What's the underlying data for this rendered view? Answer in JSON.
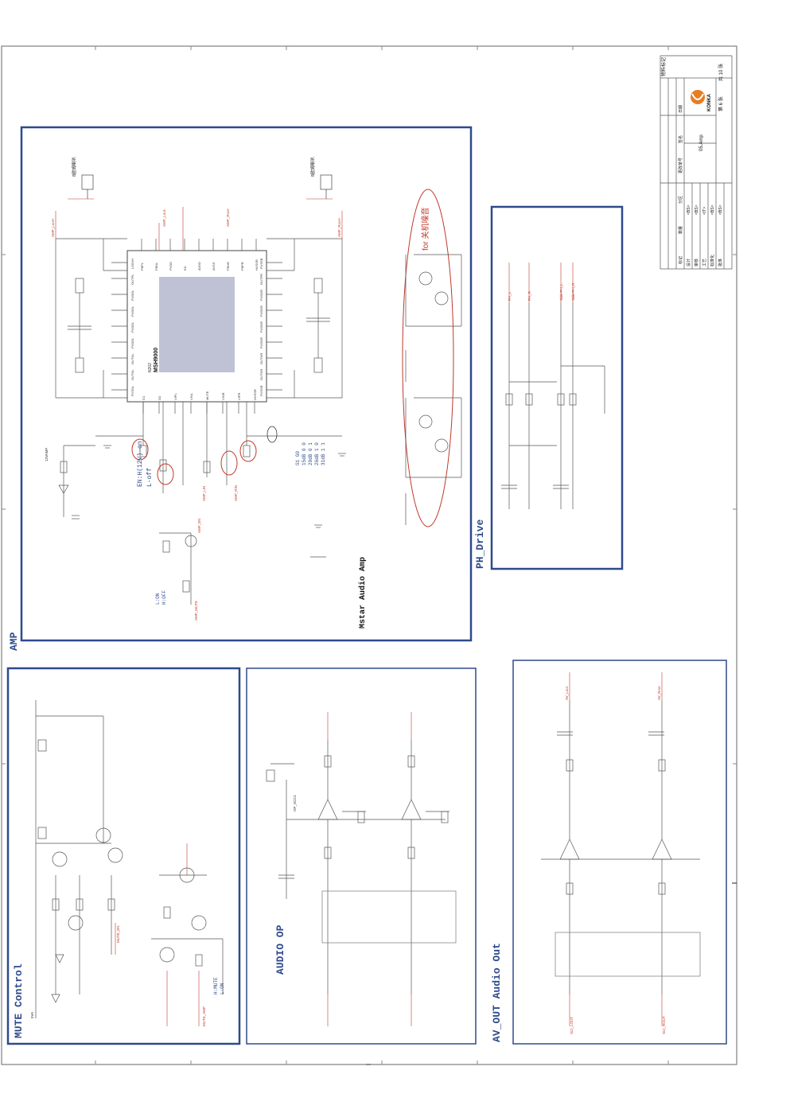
{
  "sections": {
    "amp": "AMP",
    "mstar_audio_amp": "Mstar Audio Amp",
    "ph_drive": "PH_Drive",
    "mute_control": "MUTE Control",
    "audio_op": "AUDIO OP",
    "av_out": "AV_OUT Audio Out"
  },
  "amp_chip": {
    "name": "MSH9000",
    "ref": "N202",
    "left_pins": [
      "LSSVH",
      "OUTPL",
      "PVDDL",
      "PVDDL",
      "PVDDL",
      "PVDDL",
      "OUTNL",
      "OUTNL",
      "PVSSL"
    ],
    "right_pins": [
      "PVSSR",
      "OUTPR",
      "PVDDR",
      "PVDDR",
      "PVDDR",
      "PVDDR",
      "OUTNR",
      "OUTNR",
      "PVSSR"
    ],
    "top_pins": [
      "FBPL",
      "FBNL",
      "PVDD",
      "EN",
      "AVDD",
      "AVSS",
      "FBNR",
      "FBPR",
      "HVSSR"
    ],
    "bottom_pins": [
      "G1",
      "G0",
      "VIPL",
      "VINL",
      "MUTE",
      "VINR",
      "VIPR",
      "HVSSR"
    ]
  },
  "annotations": {
    "en_note": "EN:H(12V)-on",
    "en_note2": "L-off",
    "gain_header": "G1  G0",
    "gain_rows": [
      "15dB   0   0",
      "20dB   0   1",
      "26dB   1   0",
      "31dB   1   1"
    ],
    "speaker_left": "8欧姆喇叭",
    "speaker_right": "8欧姆喇叭",
    "for_note": "for 关机噪音",
    "lon_hoff": "L:ON\nH:OFF",
    "hmute_lon": "H:MUTE\nL:ON"
  },
  "nets": {
    "amp_lin": "AMP_LIN",
    "amp_rin": "AMP_RIN",
    "amp_en": "AMP_EN",
    "amp_mute": "AMP_MUTE",
    "amp_lout_p": "AMP_Lout+",
    "amp_lout_n": "AMP_Lout-",
    "amp_rout_p": "AMP_Rout+",
    "amp_rout_n": "AMP_Rout-",
    "ph_l": "PH_L",
    "ph_r": "PH_R",
    "side_ph_l": "Side-PH_L",
    "side_ph_r": "Side-PH_R",
    "av_lout": "AV_Lout",
    "av_rout": "AV_Rout",
    "sci_lout": "SCI_LOUT",
    "sci_rout": "SCI_ROUT",
    "mute_en": "MUTE_EN",
    "mute_amp": "MUTE_AMP",
    "op_vcc": "OP_VCC1",
    "v12amp": "12VAMP",
    "v5va": "5VA",
    "gnd": "GND2"
  },
  "title_block": {
    "row_headers": [
      "标记",
      "数量",
      "分区",
      "更改单号",
      "签名",
      "日期"
    ],
    "labels": [
      "设计",
      "审核",
      "工艺",
      "标准化",
      "批准"
    ],
    "values": [
      "<BS>",
      "<BS>",
      "<IT>",
      "<BS>",
      "<BS>"
    ],
    "drawing_title": "05.Amp",
    "company": "KONKA",
    "sheet": "第 6 张",
    "total": "共 10 张",
    "material_mark": "物料标记"
  }
}
